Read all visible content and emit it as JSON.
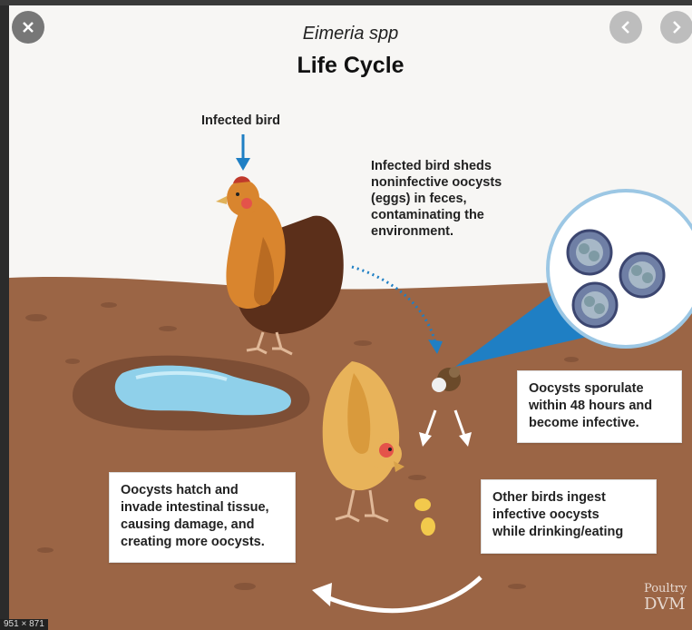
{
  "viewer": {
    "close_icon": "close-icon",
    "prev_icon": "chevron-left-icon",
    "next_icon": "chevron-right-icon",
    "image_dims": "951 × 871"
  },
  "figure": {
    "title_italic": "Eimeria spp",
    "title_bold": "Life Cycle",
    "label_infected_bird": "Infected bird",
    "label_sheds": "Infected bird sheds\nnoninfective oocysts\n(eggs) in feces,\ncontaminating the\nenvironment.",
    "box_sporulate": "Oocysts sporulate\nwithin 48 hours and\nbecome infective.",
    "box_ingest": "Other birds ingest\ninfective oocysts\nwhile drinking/eating",
    "box_hatch": "Oocysts hatch and\ninvade intestinal tissue,\ncausing damage, and\ncreating more oocysts.",
    "logo_line1": "Poultry",
    "logo_line2": "DVM"
  },
  "colors": {
    "ground": "#9b6545",
    "ground_dark": "#7d4e35",
    "water": "#8fd0ea",
    "arrow_blue": "#1f7fc4",
    "hen_orange": "#d9852e",
    "hen_brown": "#5b2f1a",
    "hen_yellow": "#e8b35a"
  }
}
